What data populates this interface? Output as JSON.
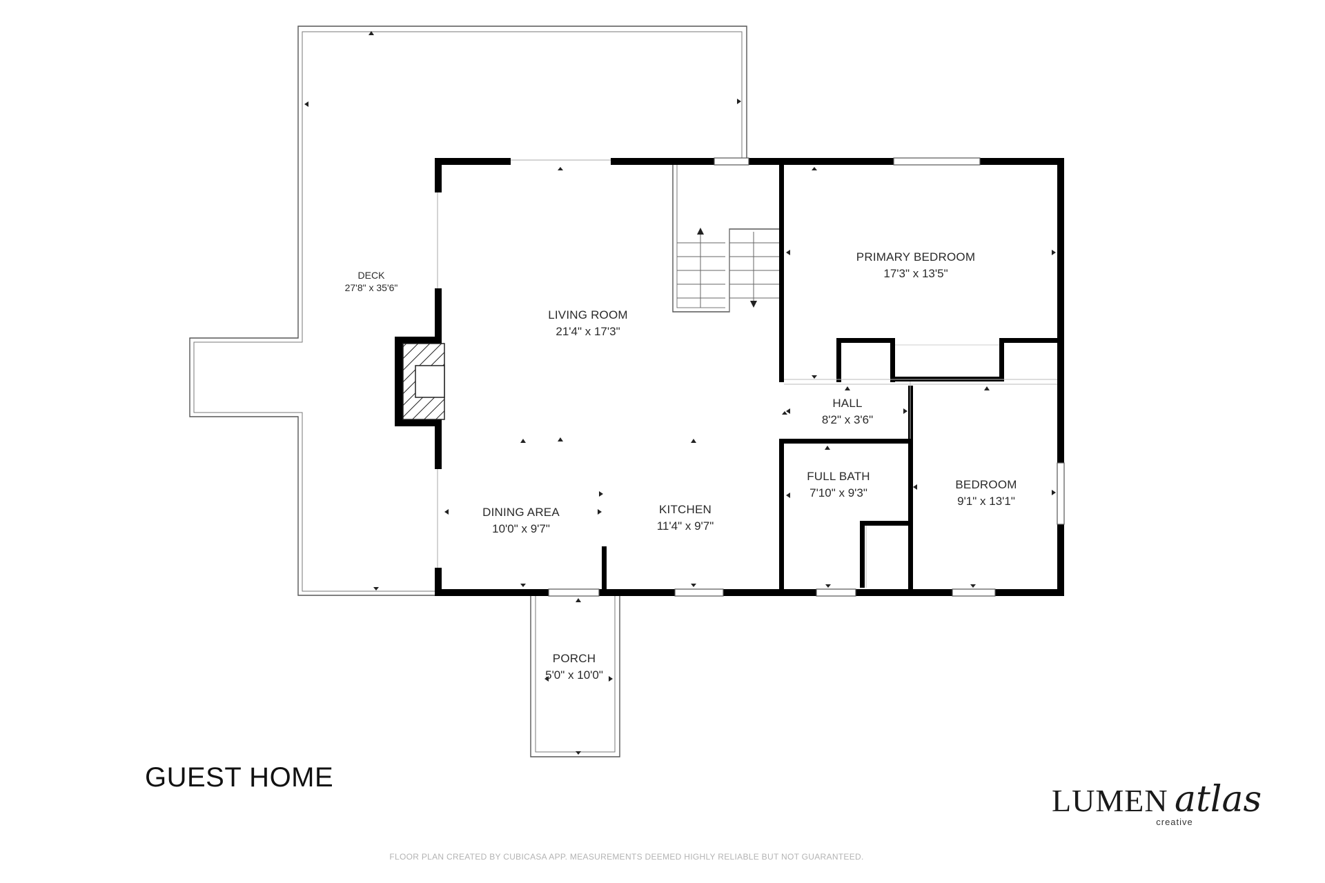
{
  "plan_title": "GUEST HOME",
  "rooms": [
    {
      "id": "deck",
      "name": "DECK",
      "dims": "27'8\" x 35'6\""
    },
    {
      "id": "living",
      "name": "LIVING ROOM",
      "dims": "21'4\" x 17'3\""
    },
    {
      "id": "primary",
      "name": "PRIMARY BEDROOM",
      "dims": "17'3\" x 13'5\""
    },
    {
      "id": "hall",
      "name": "HALL",
      "dims": "8'2\" x 3'6\""
    },
    {
      "id": "bath",
      "name": "FULL BATH",
      "dims": "7'10\" x 9'3\""
    },
    {
      "id": "bedroom",
      "name": "BEDROOM",
      "dims": "9'1\" x 13'1\""
    },
    {
      "id": "dining",
      "name": "DINING AREA",
      "dims": "10'0\" x 9'7\""
    },
    {
      "id": "kitchen",
      "name": "KITCHEN",
      "dims": "11'4\" x 9'7\""
    },
    {
      "id": "porch",
      "name": "PORCH",
      "dims": "5'0\" x 10'0\""
    }
  ],
  "brand": {
    "primary": "LUMEN",
    "script": "atlas",
    "tagline": "creative"
  },
  "disclaimer": "FLOOR PLAN CREATED BY CUBICASA APP. MEASUREMENTS DEEMED HIGHLY RELIABLE BUT NOT GUARANTEED."
}
